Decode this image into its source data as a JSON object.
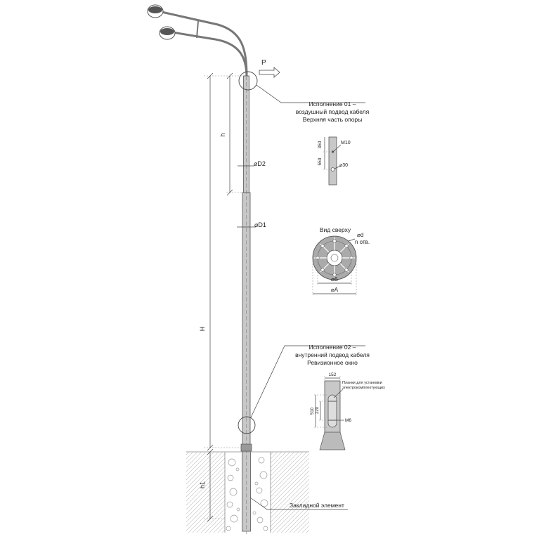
{
  "load": {
    "label": "P"
  },
  "callout_top": {
    "line1": "Исполнение 01 –",
    "line2": "воздушный подвод кабеля",
    "line3": "Верхняя часть опоры"
  },
  "dims_main": {
    "H": "H",
    "h": "h",
    "h1": "h1",
    "D1": "⌀D1",
    "D2": "⌀D2"
  },
  "detail_top": {
    "d350": "350",
    "d550": "550",
    "m10": "M10",
    "d30": "⌀30"
  },
  "top_view": {
    "title": "Вид сверху",
    "hole_d": "⌀d",
    "holes_n": "n отв.",
    "dia_b": "⌀Б",
    "dia_a": "⌀А"
  },
  "callout_bottom": {
    "line1": "Исполнение 02 –",
    "line2": "внутренний подвод кабеля",
    "line3": "Ревизионное окно"
  },
  "detail_bottom": {
    "d152": "152",
    "note1": "Планки для установки",
    "note2": "электрокомплектующих",
    "d510": "510",
    "d220": "220",
    "m6": "M6"
  },
  "embed": {
    "label": "Закладной элемент"
  },
  "colors": {
    "pole": "#c8c8c8",
    "line": "#444444",
    "ground": "#9a9a9a"
  }
}
